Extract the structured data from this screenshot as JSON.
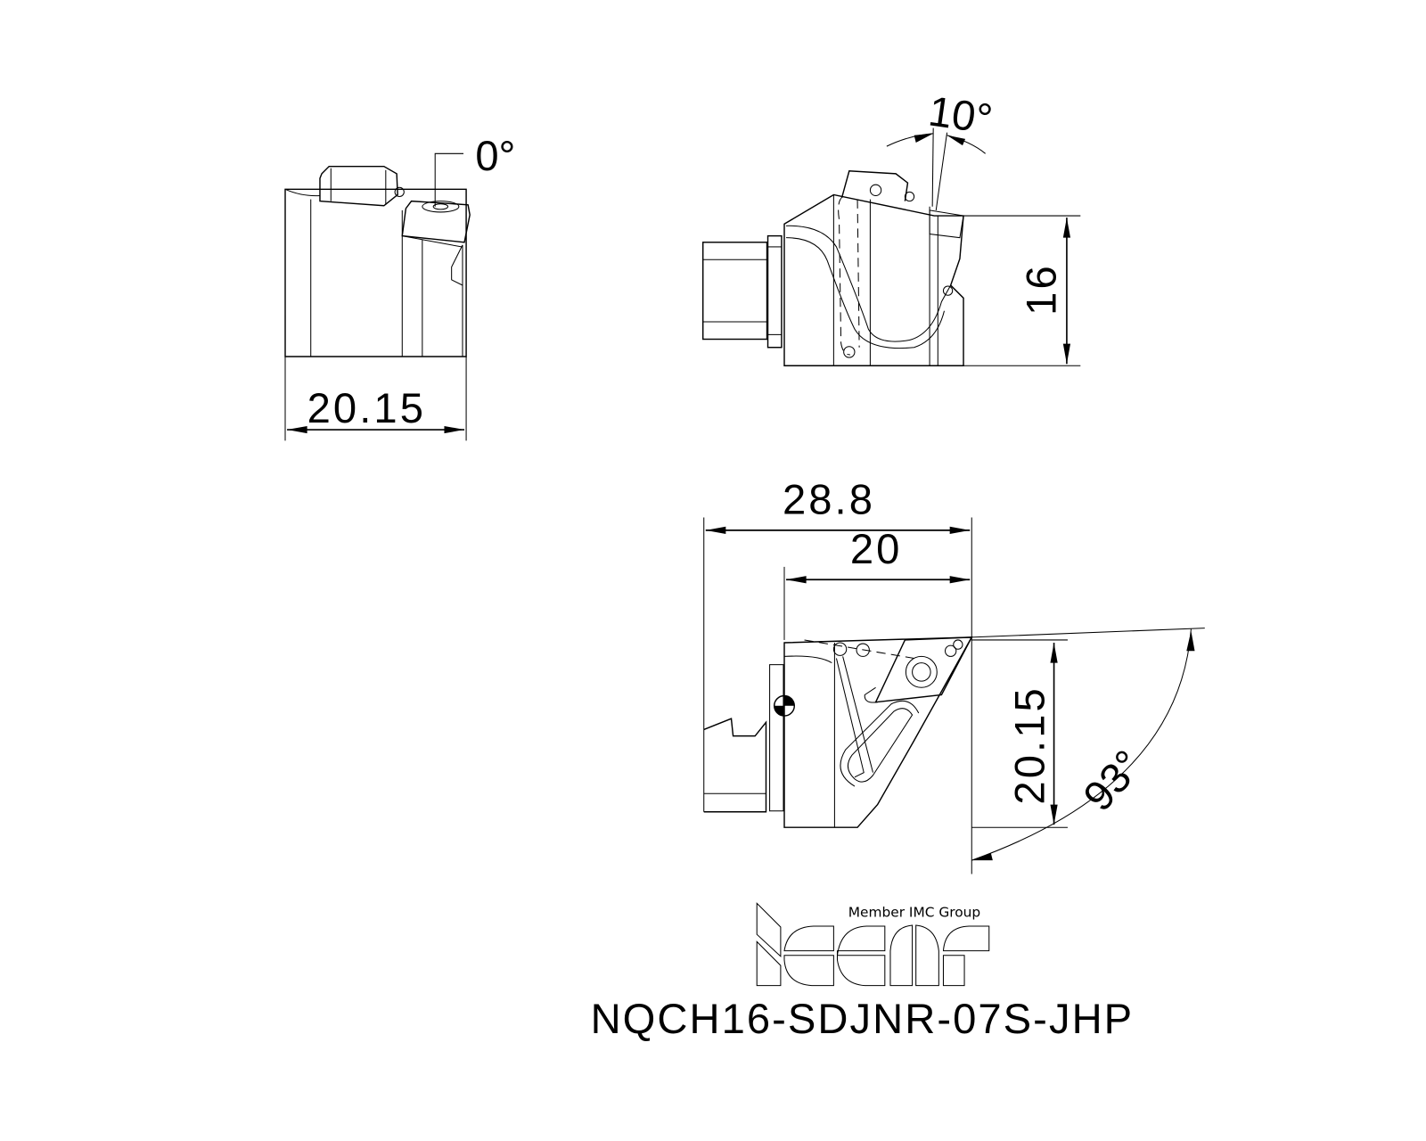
{
  "drawing": {
    "front_view": {
      "angle_label": "0°",
      "width_dim": "20.15"
    },
    "side_view": {
      "angle_label": "10°",
      "height_dim": "16"
    },
    "top_view": {
      "overall_length_dim": "28.8",
      "head_length_dim": "20",
      "width_dim": "20.15",
      "approach_angle": "93°"
    }
  },
  "logo": {
    "brand": "iscar",
    "tagline": "Member IMC Group"
  },
  "part_number": "NQCH16-SDJNR-07S-JHP",
  "colors": {
    "line": "#000000",
    "background": "#ffffff"
  }
}
